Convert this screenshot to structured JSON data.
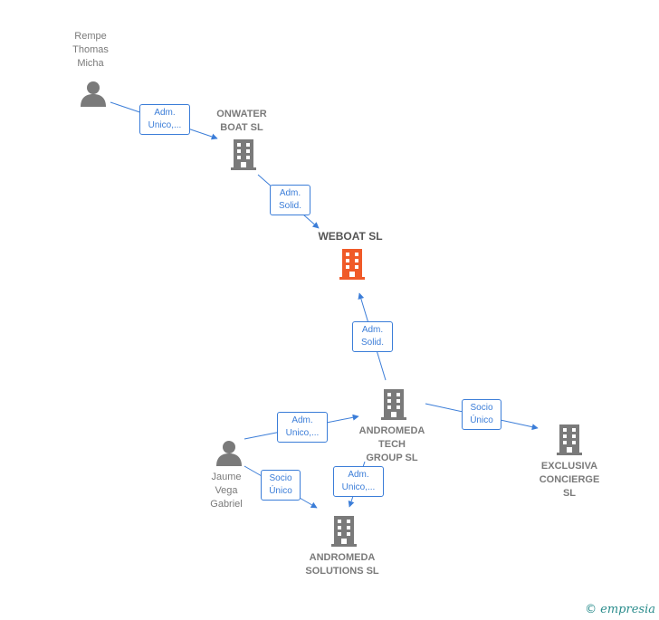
{
  "nodes": {
    "rempe": {
      "label": "Rempe\nThomas\nMicha",
      "icon": "person-icon"
    },
    "onwater": {
      "label": "ONWATER\nBOAT  SL",
      "icon": "building-icon"
    },
    "weboat": {
      "label": "WEBOAT  SL",
      "icon": "building-icon",
      "color": "#f05a28"
    },
    "andromeda_tech": {
      "label": "ANDROMEDA\nTECH\nGROUP  SL",
      "icon": "building-icon"
    },
    "exclusiva": {
      "label": "EXCLUSIVA\nCONCIERGE\nSL",
      "icon": "building-icon"
    },
    "jaume": {
      "label": "Jaume\nVega\nGabriel",
      "icon": "person-icon"
    },
    "andromeda_sol": {
      "label": "ANDROMEDA\nSOLUTIONS SL",
      "icon": "building-icon"
    }
  },
  "edges": {
    "rempe_onwater": "Adm.\nUnico,...",
    "onwater_weboat": "Adm.\nSolid.",
    "tech_weboat": "Adm.\nSolid.",
    "tech_exclusiva": "Socio\nÚnico",
    "jaume_tech": "Adm.\nUnico,...",
    "jaume_sol": "Socio\nÚnico",
    "tech_sol": "Adm.\nUnico,..."
  },
  "colors": {
    "edge": "#3b7dd8",
    "node": "#7a7a7a",
    "focus": "#f05a28"
  },
  "brand": {
    "copyright": "©",
    "name": "empresia"
  }
}
